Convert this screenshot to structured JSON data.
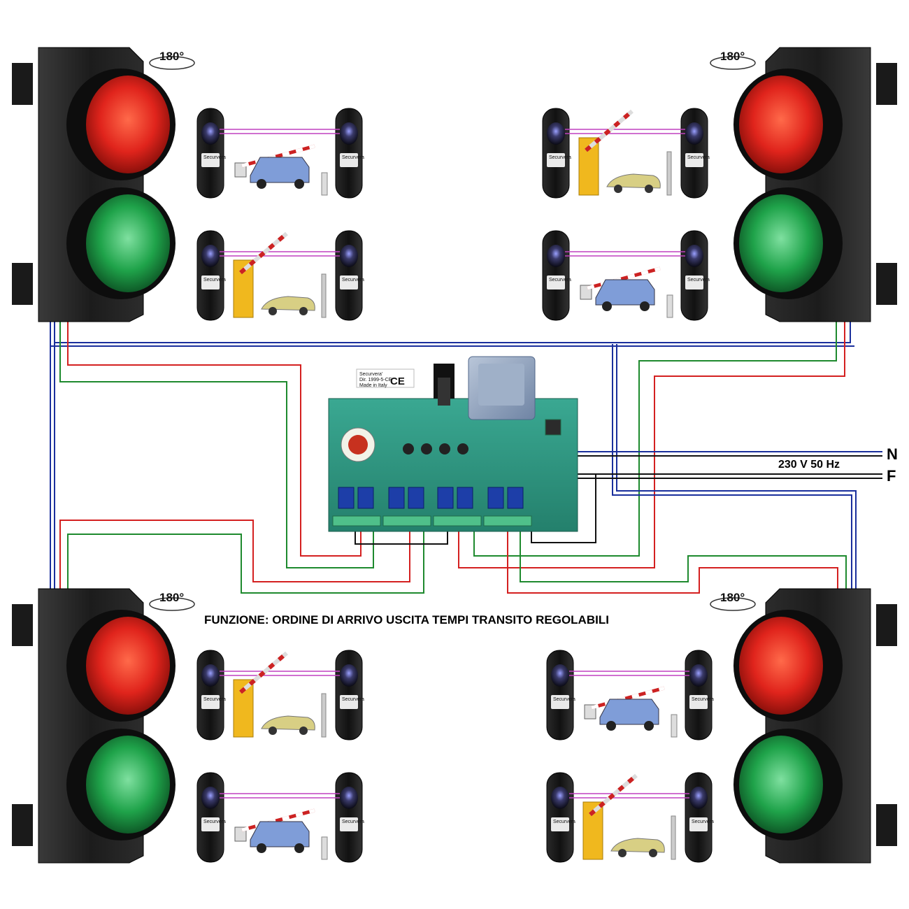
{
  "function_label": "FUNZIONE: ORDINE DI ARRIVO USCITA TEMPI TRANSITO REGOLABILI",
  "power": {
    "neutral": "N",
    "phase": "F",
    "supply": "230 V 50 Hz"
  },
  "rotation_badge": "180°",
  "controller": {
    "brand": "Securvera'",
    "directive": "Dir. 1999-5-CE",
    "origin": "Made in Italy",
    "mark": "CE"
  },
  "sensor_brand": "Securvera",
  "colors": {
    "red_lamp": "#e0241c",
    "green_lamp": "#1fa34a",
    "housing": "#1f1f1f",
    "pcb": "#2e9c86",
    "wire_red": "#d42020",
    "wire_green": "#1e8a2e",
    "wire_blue": "#1a2f9c",
    "wire_black": "#111111",
    "beam": "#c040c0"
  }
}
